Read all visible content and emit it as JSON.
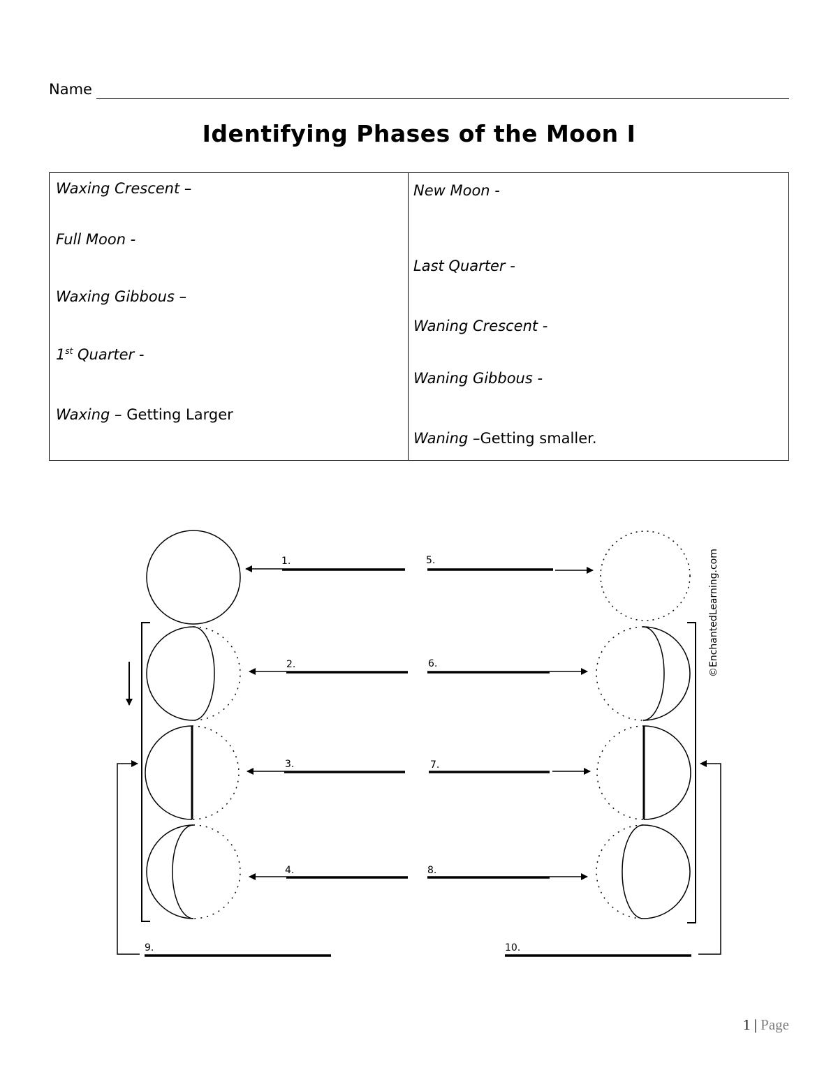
{
  "header": {
    "name_label": "Name"
  },
  "title": "Identifying Phases of the Moon I",
  "definitions": {
    "left": [
      {
        "term": "Waxing Crescent –",
        "desc": ""
      },
      {
        "term": "Full Moon -",
        "desc": ""
      },
      {
        "term": "Waxing Gibbous –",
        "desc": ""
      },
      {
        "term": "Quarter -",
        "sup_prefix": "1",
        "sup": "st",
        "desc": ""
      },
      {
        "term": "Waxing – ",
        "desc": "Getting Larger"
      }
    ],
    "right": [
      {
        "term": "New Moon -",
        "desc": ""
      },
      {
        "term": "Last Quarter -",
        "desc": ""
      },
      {
        "term": "Waning Crescent -",
        "desc": ""
      },
      {
        "term": "Waning Gibbous -",
        "desc": ""
      },
      {
        "term": "Waning –",
        "desc": "Getting smaller."
      }
    ]
  },
  "diagram": {
    "blanks": [
      "1.",
      "2.",
      "3.",
      "4.",
      "5.",
      "6.",
      "7.",
      "8.",
      "9.",
      "10."
    ],
    "copyright": "©EnchantedLearning.com"
  },
  "footer": {
    "page_number": "1",
    "separator": "|",
    "page_word": "Page"
  }
}
